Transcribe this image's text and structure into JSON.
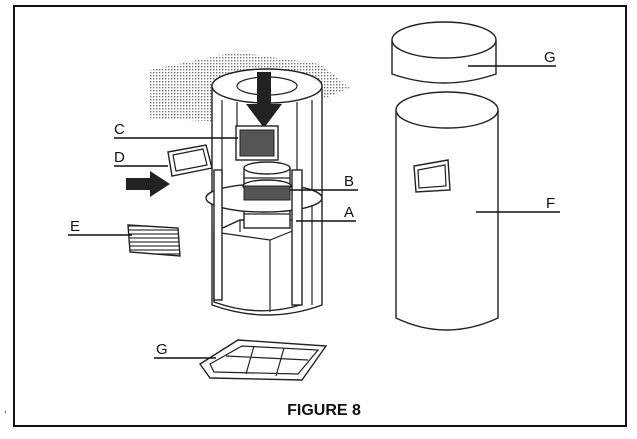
{
  "labels": {
    "A": "A",
    "B": "B",
    "C": "C",
    "D": "D",
    "E": "E",
    "F": "F",
    "G_top": "G",
    "G_bottom": "G"
  },
  "caption": "FIGURE 8",
  "stray_mark": ","
}
